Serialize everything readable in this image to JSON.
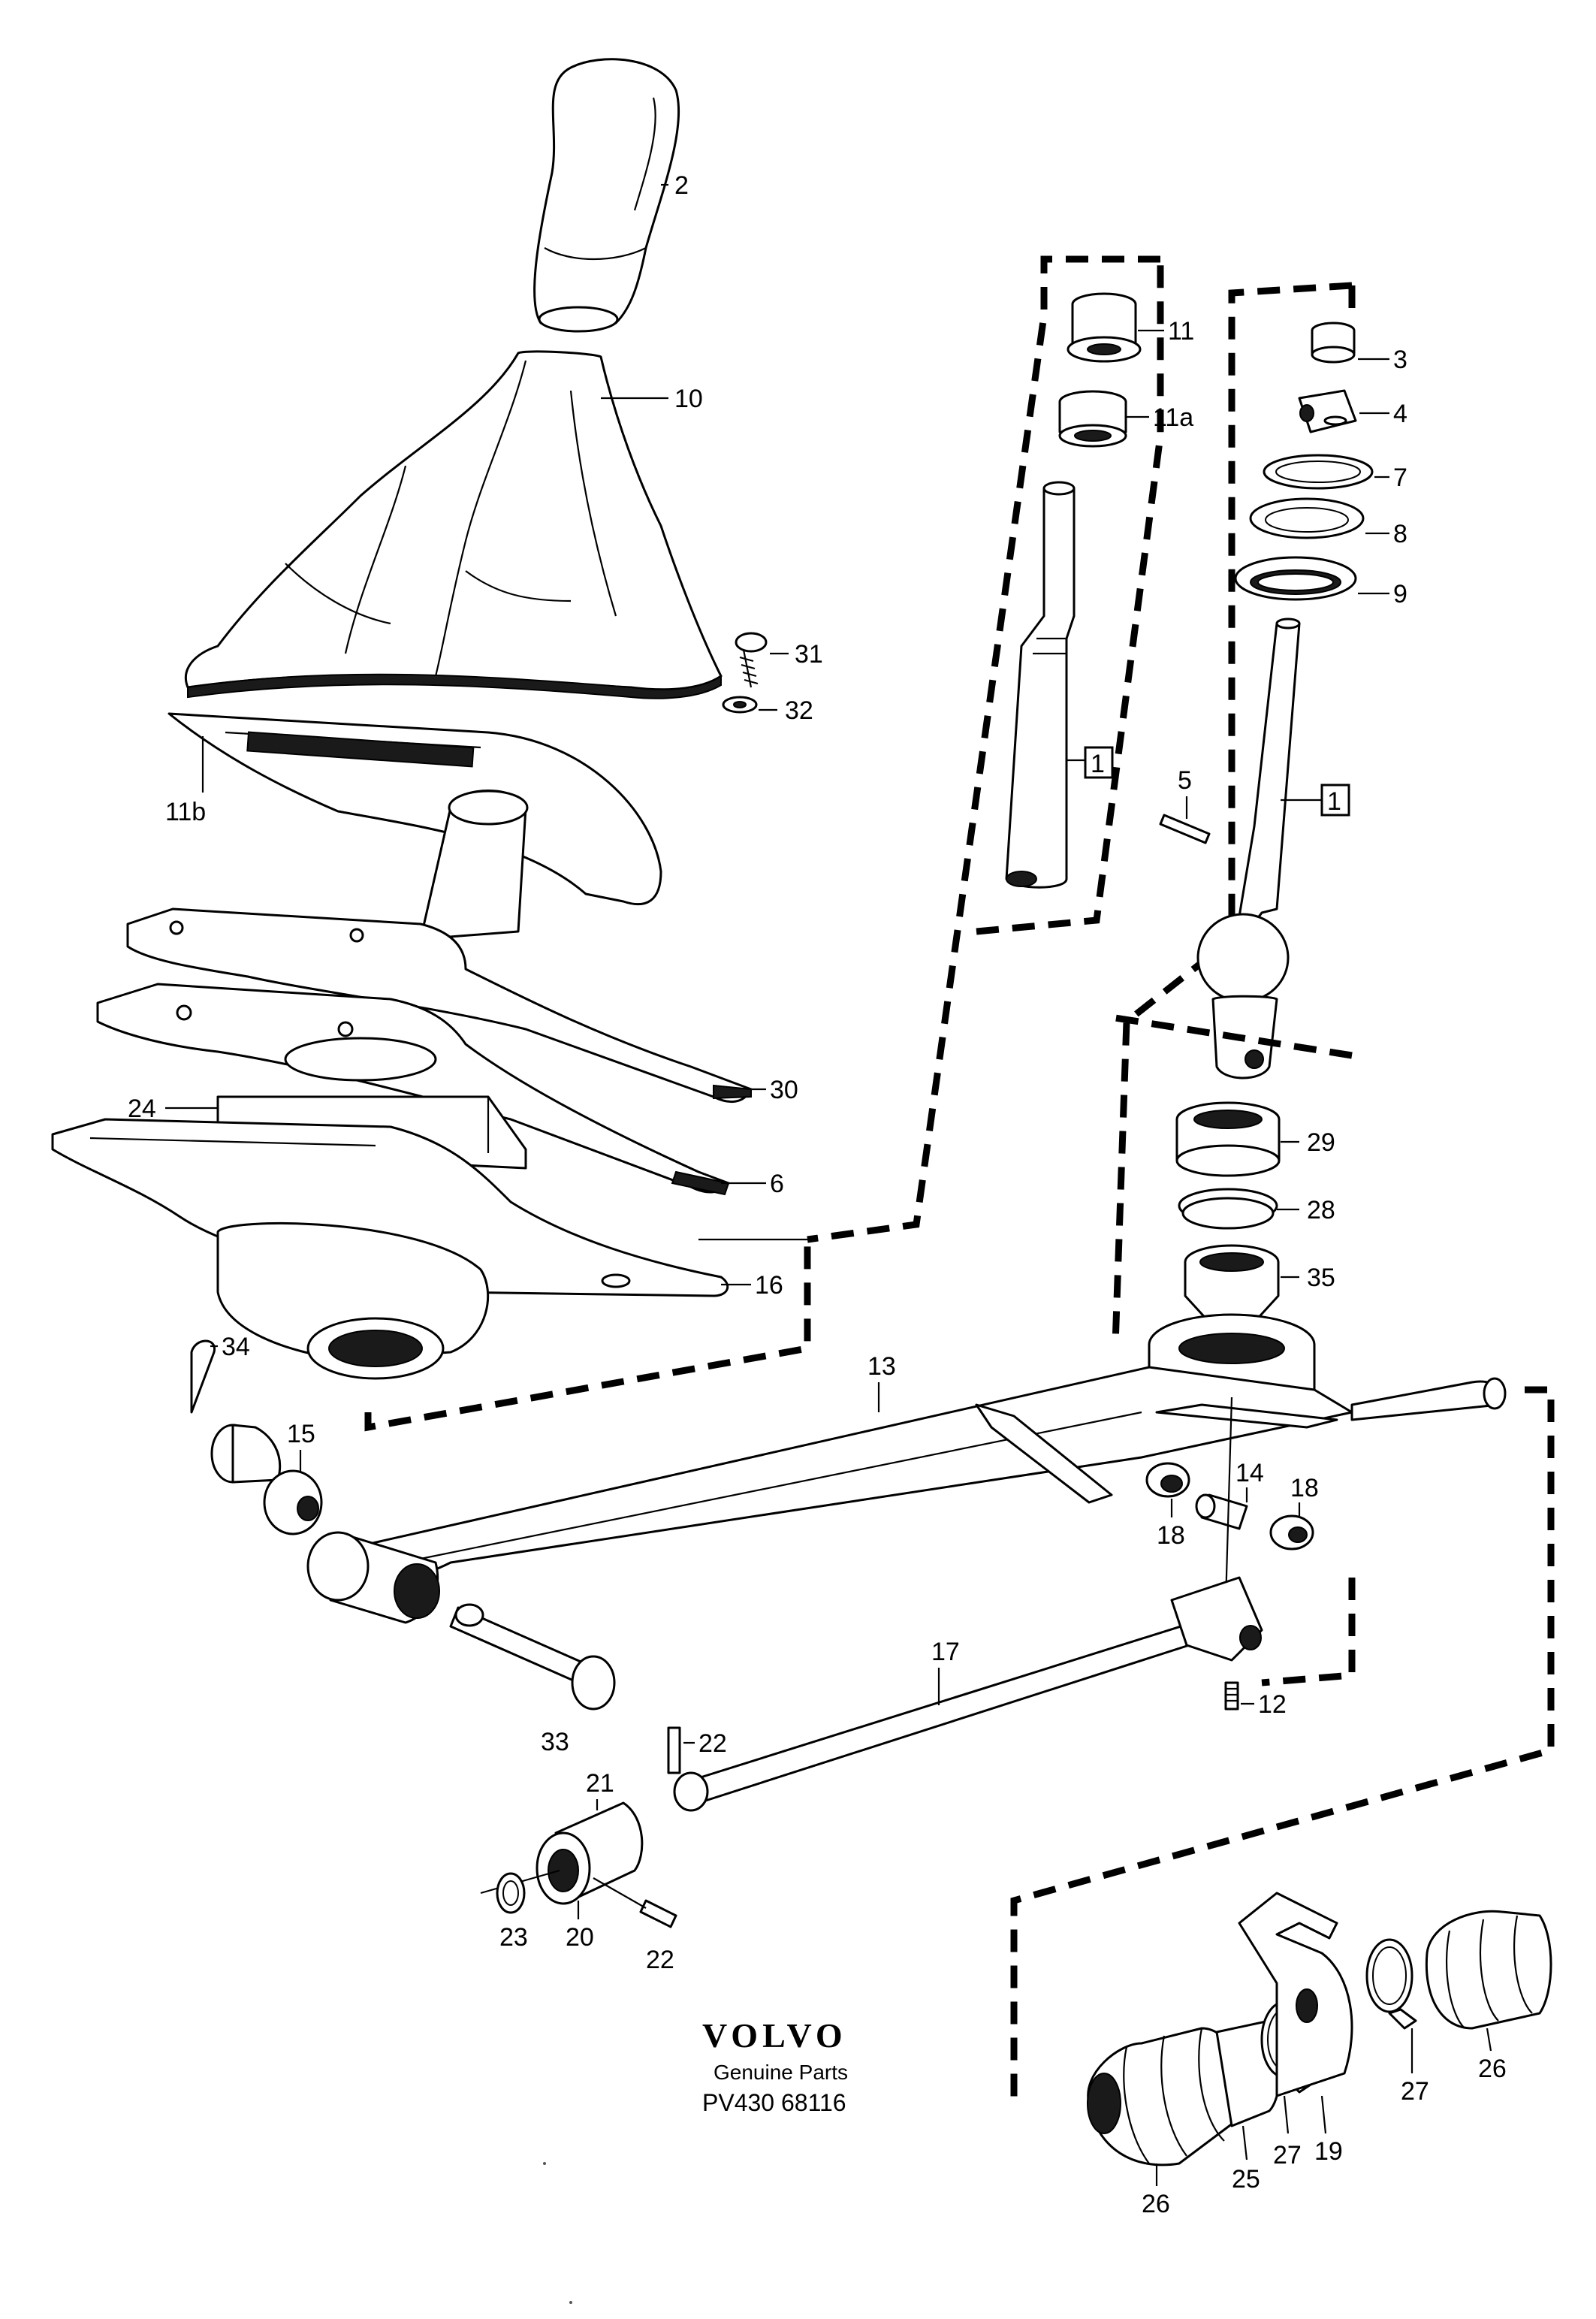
{
  "callouts": {
    "c2": "2",
    "c10": "10",
    "c11": "11",
    "c11a": "11a",
    "c3": "3",
    "c4": "4",
    "c7": "7",
    "c8": "8",
    "c9": "9",
    "c31": "31",
    "c32": "32",
    "c11b": "11b",
    "c1a": "1",
    "c1b": "1",
    "c5": "5",
    "c30": "30",
    "c24": "24",
    "c6": "6",
    "c16": "16",
    "c29": "29",
    "c28": "28",
    "c35": "35",
    "c34": "34",
    "c13": "13",
    "c15": "15",
    "c14": "14",
    "c18a": "18",
    "c18b": "18",
    "c33": "33",
    "c17": "17",
    "c12": "12",
    "c22a": "22",
    "c21": "21",
    "c23": "23",
    "c20": "20",
    "c22b": "22",
    "c26a": "26",
    "c27a": "27",
    "c26b": "26",
    "c25": "25",
    "c27b": "27",
    "c19": "19"
  },
  "brand": {
    "logo": "VOLVO",
    "line1": "Genuine Parts",
    "line2": "PV430 68116"
  }
}
